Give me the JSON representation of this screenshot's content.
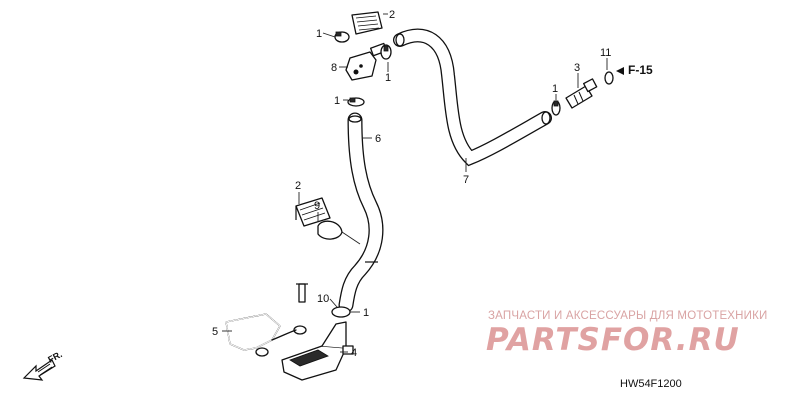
{
  "diagram": {
    "callouts": {
      "c1a": "1",
      "c2a": "2",
      "c8": "8",
      "c1b": "1",
      "c1c": "1",
      "c6": "6",
      "c7": "7",
      "c1d": "1",
      "c3": "3",
      "c11": "11",
      "c2b": "2",
      "c9": "9",
      "c10": "10",
      "c1e": "1",
      "c5": "5",
      "c4": "4"
    },
    "reference_label": "F-15",
    "direction_label": "FR.",
    "diagram_code": "HW54F1200"
  },
  "watermark": {
    "tagline": "ЗАПЧАСТИ И АКСЕССУАРЫ ДЛЯ МОТОТЕХНИКИ",
    "brand": "PARTSFOR.RU"
  }
}
